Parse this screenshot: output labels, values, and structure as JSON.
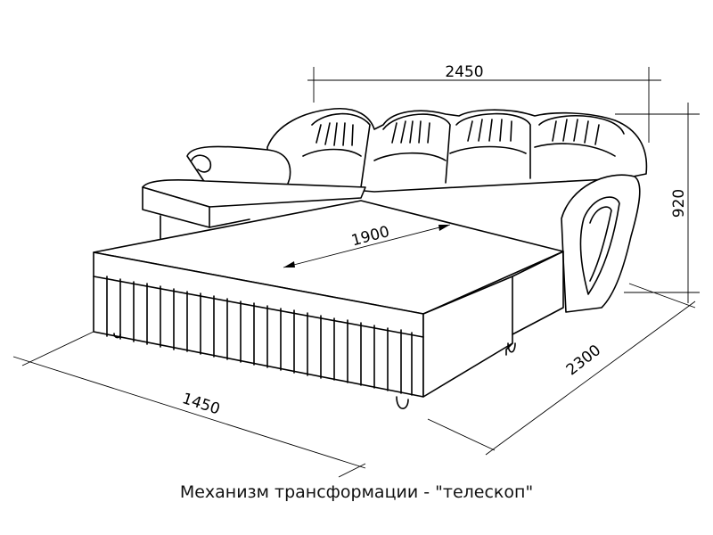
{
  "dimensions": {
    "width_total": "2450",
    "height": "920",
    "depth_open": "2300",
    "width_bed": "1450",
    "bed_length": "1900"
  },
  "caption": "Механизм трансформации - \"телескоп\""
}
